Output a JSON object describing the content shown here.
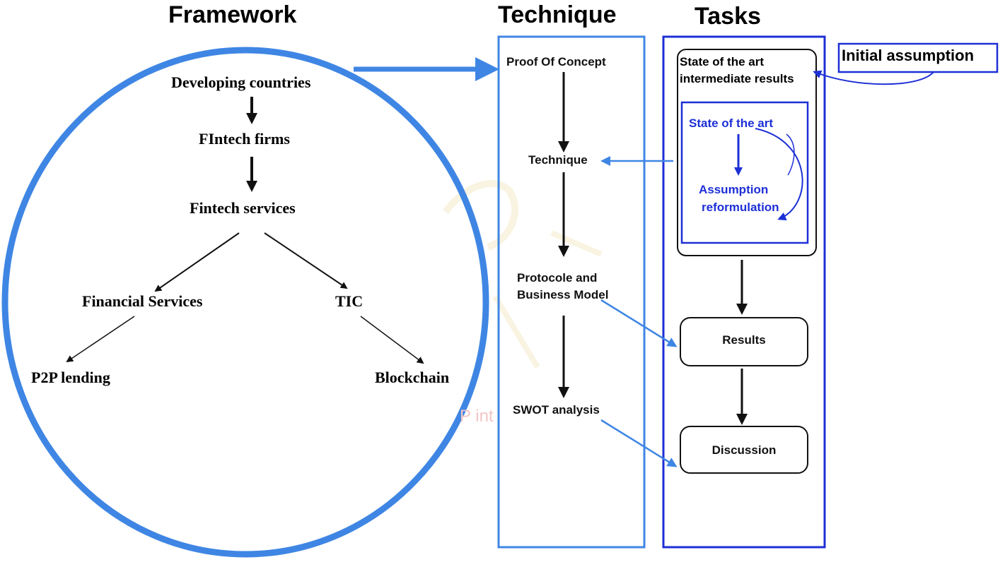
{
  "headings": {
    "framework": "Framework",
    "technique": "Technique",
    "tasks": "Tasks"
  },
  "framework": {
    "developing_countries": "Developing countries",
    "fintech_firms": "FIntech firms",
    "fintech_services": "Fintech services",
    "financial_services": "Financial Services",
    "tic": "TIC",
    "p2p_lending": "P2P lending",
    "blockchain": "Blockchain"
  },
  "technique": {
    "proof_of_concept": "Proof Of Concept",
    "technique": "Technique",
    "protocole_line1": "Protocole and",
    "protocole_line2": "Business Model",
    "swot": "SWOT analysis"
  },
  "tasks": {
    "state_box_line1": "State of the art",
    "state_box_line2": "intermediate results",
    "inner_state": "State of the art",
    "assumption_line1": "Assumption",
    "assumption_line2": "reformulation",
    "results": "Results",
    "discussion": "Discussion",
    "initial_assumption": "Initial assumption"
  },
  "watermark": "P int",
  "colors": {
    "frame_blue": "#3f86e4",
    "dark_blue": "#1d2fd6",
    "arrow_black": "#111111"
  }
}
